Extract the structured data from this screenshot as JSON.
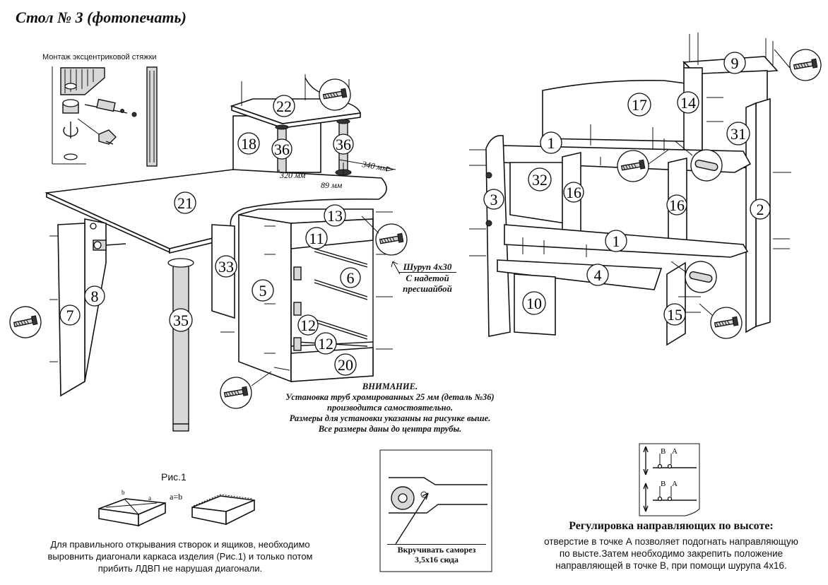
{
  "title": "Стол № 3 (фотопечать)",
  "eccentric_caption": "Монтаж эксцентриковой стяжки",
  "part_labels": {
    "p1a": "1",
    "p1b": "1",
    "p2": "2",
    "p3": "3",
    "p4": "4",
    "p5": "5",
    "p6": "6",
    "p7": "7",
    "p8": "8",
    "p9": "9",
    "p10": "10",
    "p11": "11",
    "p12a": "12",
    "p12b": "12",
    "p13": "13",
    "p14": "14",
    "p15": "15",
    "p16a": "16",
    "p16b": "16",
    "p17": "17",
    "p18": "18",
    "p20": "20",
    "p21": "21",
    "p22": "22",
    "p31": "31",
    "p32": "32",
    "p33": "33",
    "p35": "35",
    "p36a": "36",
    "p36b": "36"
  },
  "dimensions": {
    "d340": "340 мм",
    "d320": "320 мм",
    "d89": "89 мм"
  },
  "screw_note": [
    "Шуруп 4х30",
    "С надетой",
    "пресшайбой"
  ],
  "attention_note": [
    "ВНИМАНИЕ.",
    "Установка труб хромированных 25 мм (деталь №36)",
    "производится самостоятельно.",
    "Размеры для установки указанны на рисунке выше.",
    "Все размеры даны до центра трубы."
  ],
  "fig1": {
    "label": "Рис.1",
    "formula": "a=b",
    "a": "a",
    "b": "b"
  },
  "fig1_text": [
    "Для правильного открывания створок и ящиков, необходимо",
    "выровнить диагонали каркаса изделия (Рис.1) и только потом",
    "прибить ЛДВП не нарушая диагонали."
  ],
  "guide_box_text": [
    "Вкручивать саморез",
    "3,5х16 сюда"
  ],
  "adjust_box": {
    "b": "B",
    "a": "A",
    "b2": "B",
    "a2": "A"
  },
  "adjust_title": "Регулировка направляющих по высоте:",
  "adjust_text": [
    "отверстие в точке А позволяет подогнать направляющую",
    "по высте.Затем необходимо закрепить положение",
    "направляющей в точке В, при помощи шурупа 4х16."
  ]
}
